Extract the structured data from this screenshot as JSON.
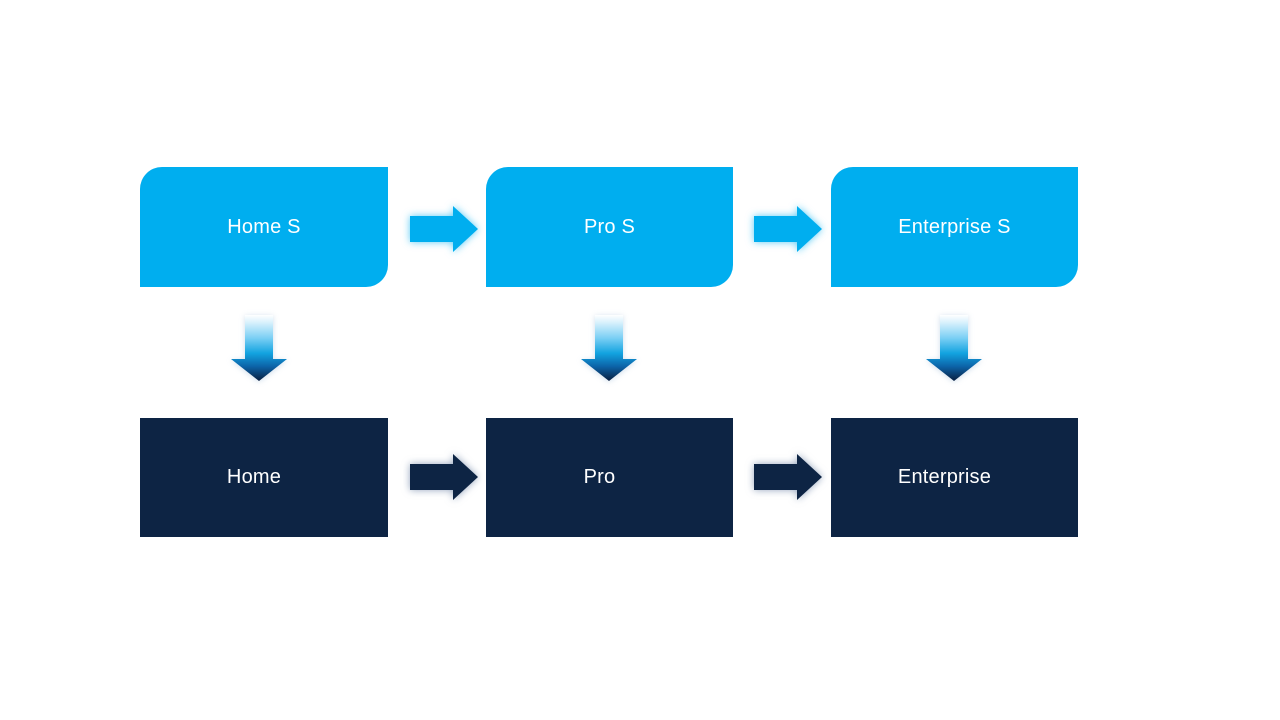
{
  "diagram": {
    "type": "flow",
    "description": "Two-tier product edition flow: S editions on top mapping down to base editions, each tier progressing left to right"
  },
  "nodes": {
    "top": [
      {
        "label": "Home S"
      },
      {
        "label": "Pro S"
      },
      {
        "label": "Enterprise S"
      }
    ],
    "bottom": [
      {
        "label": "Home"
      },
      {
        "label": "Pro"
      },
      {
        "label": "Enterprise"
      }
    ]
  },
  "connections": [
    {
      "from": "Home S",
      "to": "Pro S",
      "type": "horizontal-arrow",
      "row": "top"
    },
    {
      "from": "Pro S",
      "to": "Enterprise S",
      "type": "horizontal-arrow",
      "row": "top"
    },
    {
      "from": "Home",
      "to": "Pro",
      "type": "horizontal-arrow",
      "row": "bottom"
    },
    {
      "from": "Pro",
      "to": "Enterprise",
      "type": "horizontal-arrow",
      "row": "bottom"
    },
    {
      "from": "Home S",
      "to": "Home",
      "type": "vertical-gradient-arrow"
    },
    {
      "from": "Pro S",
      "to": "Pro",
      "type": "vertical-gradient-arrow"
    },
    {
      "from": "Enterprise S",
      "to": "Enterprise",
      "type": "vertical-gradient-arrow"
    }
  ],
  "colors": {
    "accent_light": "#00AEEF",
    "accent_dark": "#0D2444",
    "gradient_tip": "#0A1E3F",
    "label_text": "#FFFFFF",
    "background": "#FFFFFF"
  }
}
